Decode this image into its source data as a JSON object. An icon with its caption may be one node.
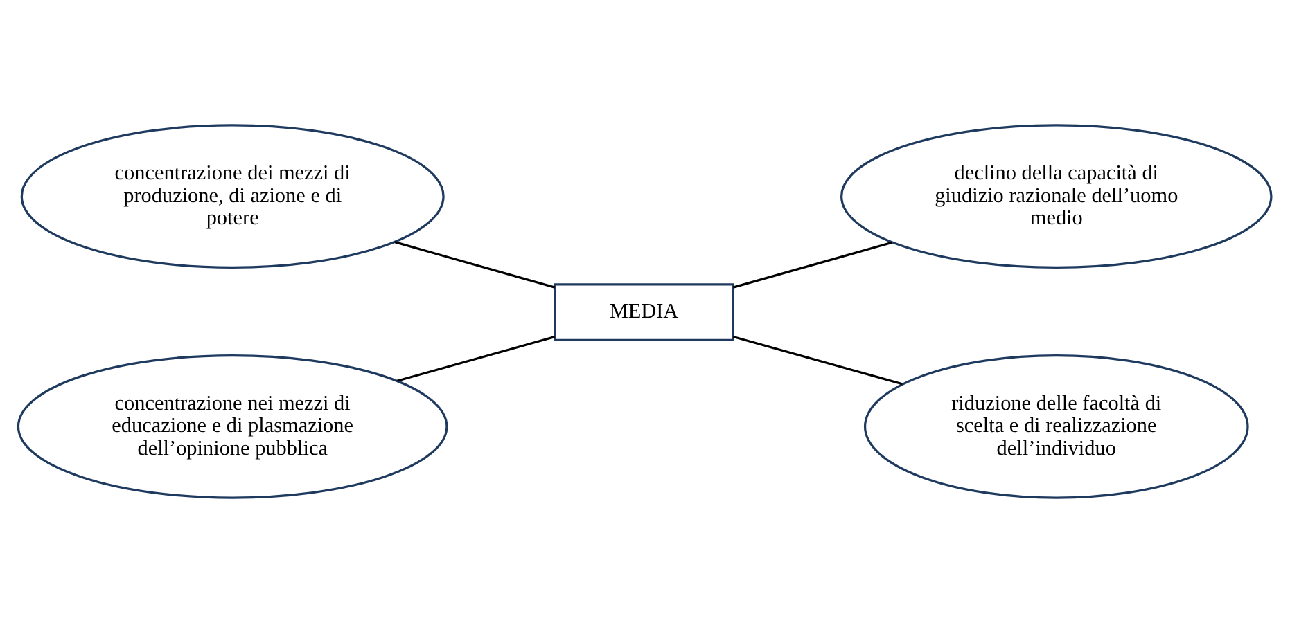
{
  "diagram": {
    "nodes": [
      {
        "text": [
          "concentrazione dei mezzi di produzione, di azione e di potere"
        ]
      },
      {
        "text": [
          "declino della capacità di giudizio razionale dell’uomo medio"
        ]
      },
      {
        "text": [
          "MEDIA"
        ]
      },
      {
        "text": [
          "concentrazione nei mezzi di educazione e di plasmazione dell’opinione pubblica"
        ]
      },
      {
        "text": [
          "riduzione delle facoltà di scelta e di realizzazione dell’individuo"
        ]
      }
    ],
    "edges": [
      {
        "from": 0,
        "to": 2,
        "arrow": "none"
      },
      {
        "from": 3,
        "to": 2,
        "arrow": "none"
      },
      {
        "from": 2,
        "to": 1,
        "arrow": "none"
      },
      {
        "from": 2,
        "to": 4,
        "arrow": "none"
      }
    ]
  }
}
